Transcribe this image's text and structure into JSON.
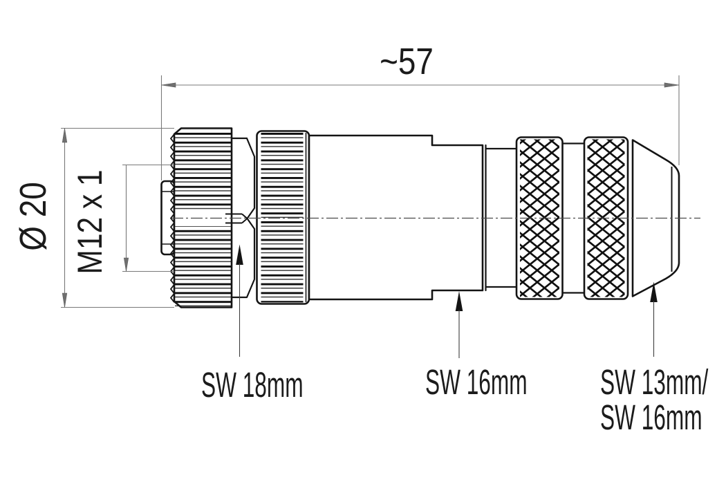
{
  "drawing": {
    "kind": "connector-dimension-drawing",
    "labels": {
      "overall_length": "~57",
      "outer_diameter": "Ø 20",
      "thread": "M12 x 1",
      "wrench_nut": "SW 18mm",
      "wrench_body": "SW 16mm",
      "wrench_end_line1": "SW 13mm/",
      "wrench_end_line2": "SW 16mm"
    },
    "colors": {
      "outline": "#141414",
      "dimension_lines": "#787878",
      "leader_lines": "#3d3d3d",
      "text": "#1b1b1b",
      "background": "#ffffff"
    }
  }
}
